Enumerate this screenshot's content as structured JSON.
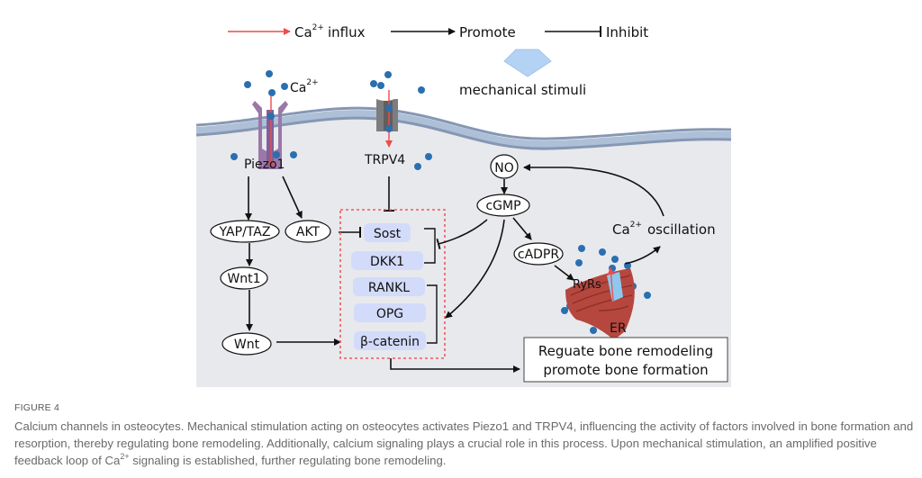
{
  "legend": {
    "influx_label_pre": "Ca",
    "influx_label_sup": "2+",
    "influx_label_post": "influx",
    "promote_label": "Promote",
    "inhibit_label": "Inhibit"
  },
  "stimulus": {
    "label": "mechanical stimuli"
  },
  "ions": {
    "label": "Ca",
    "sup": "2+"
  },
  "channels": {
    "piezo": "Piezo1",
    "trpv": "TRPV4"
  },
  "nodes": {
    "yap": "YAP/TAZ",
    "akt": "AKT",
    "wnt1": "Wnt1",
    "wnt": "Wnt",
    "no": "NO",
    "cgmp": "cGMP",
    "cadpr": "cADPR",
    "ryrs": "RyRs",
    "er": "ER",
    "osc_pre": "Ca",
    "osc_sup": "2+",
    "osc_post": "oscillation"
  },
  "factors": [
    "Sost",
    "DKK1",
    "RANKL",
    "OPG",
    "β-catenin"
  ],
  "outcome": {
    "line1": "Reguate bone remodeling",
    "line2": "promote bone formation"
  },
  "colors": {
    "influx": "#ef4b4b",
    "panel_bg": "#e8e9ed",
    "membrane": "#aebfd8",
    "membrane_edge": "#8597b2",
    "ion": "#2a6fb0",
    "piezo": "#9a78a8",
    "trpv": "#7d7d7d",
    "factor_bg": "#d3dbfa",
    "dash_box": "#f05a5a",
    "er": "#b5473e",
    "ryr": "#8dc8ee",
    "stimulus_arrow": "#b4d2f4"
  },
  "caption": {
    "figure_label": "FIGURE 4",
    "text_1": "Calcium channels in osteocytes. Mechanical stimulation acting on osteocytes activates Piezo1 and TRPV4, influencing the activity of factors involved in bone formation and resorption, thereby regulating bone remodeling. Additionally, calcium signaling plays a crucial role in this process. Upon mechanical stimulation, an amplified positive feedback loop of Ca",
    "text_sup": "2+",
    "text_2": " signaling is established, further regulating bone remodeling."
  }
}
